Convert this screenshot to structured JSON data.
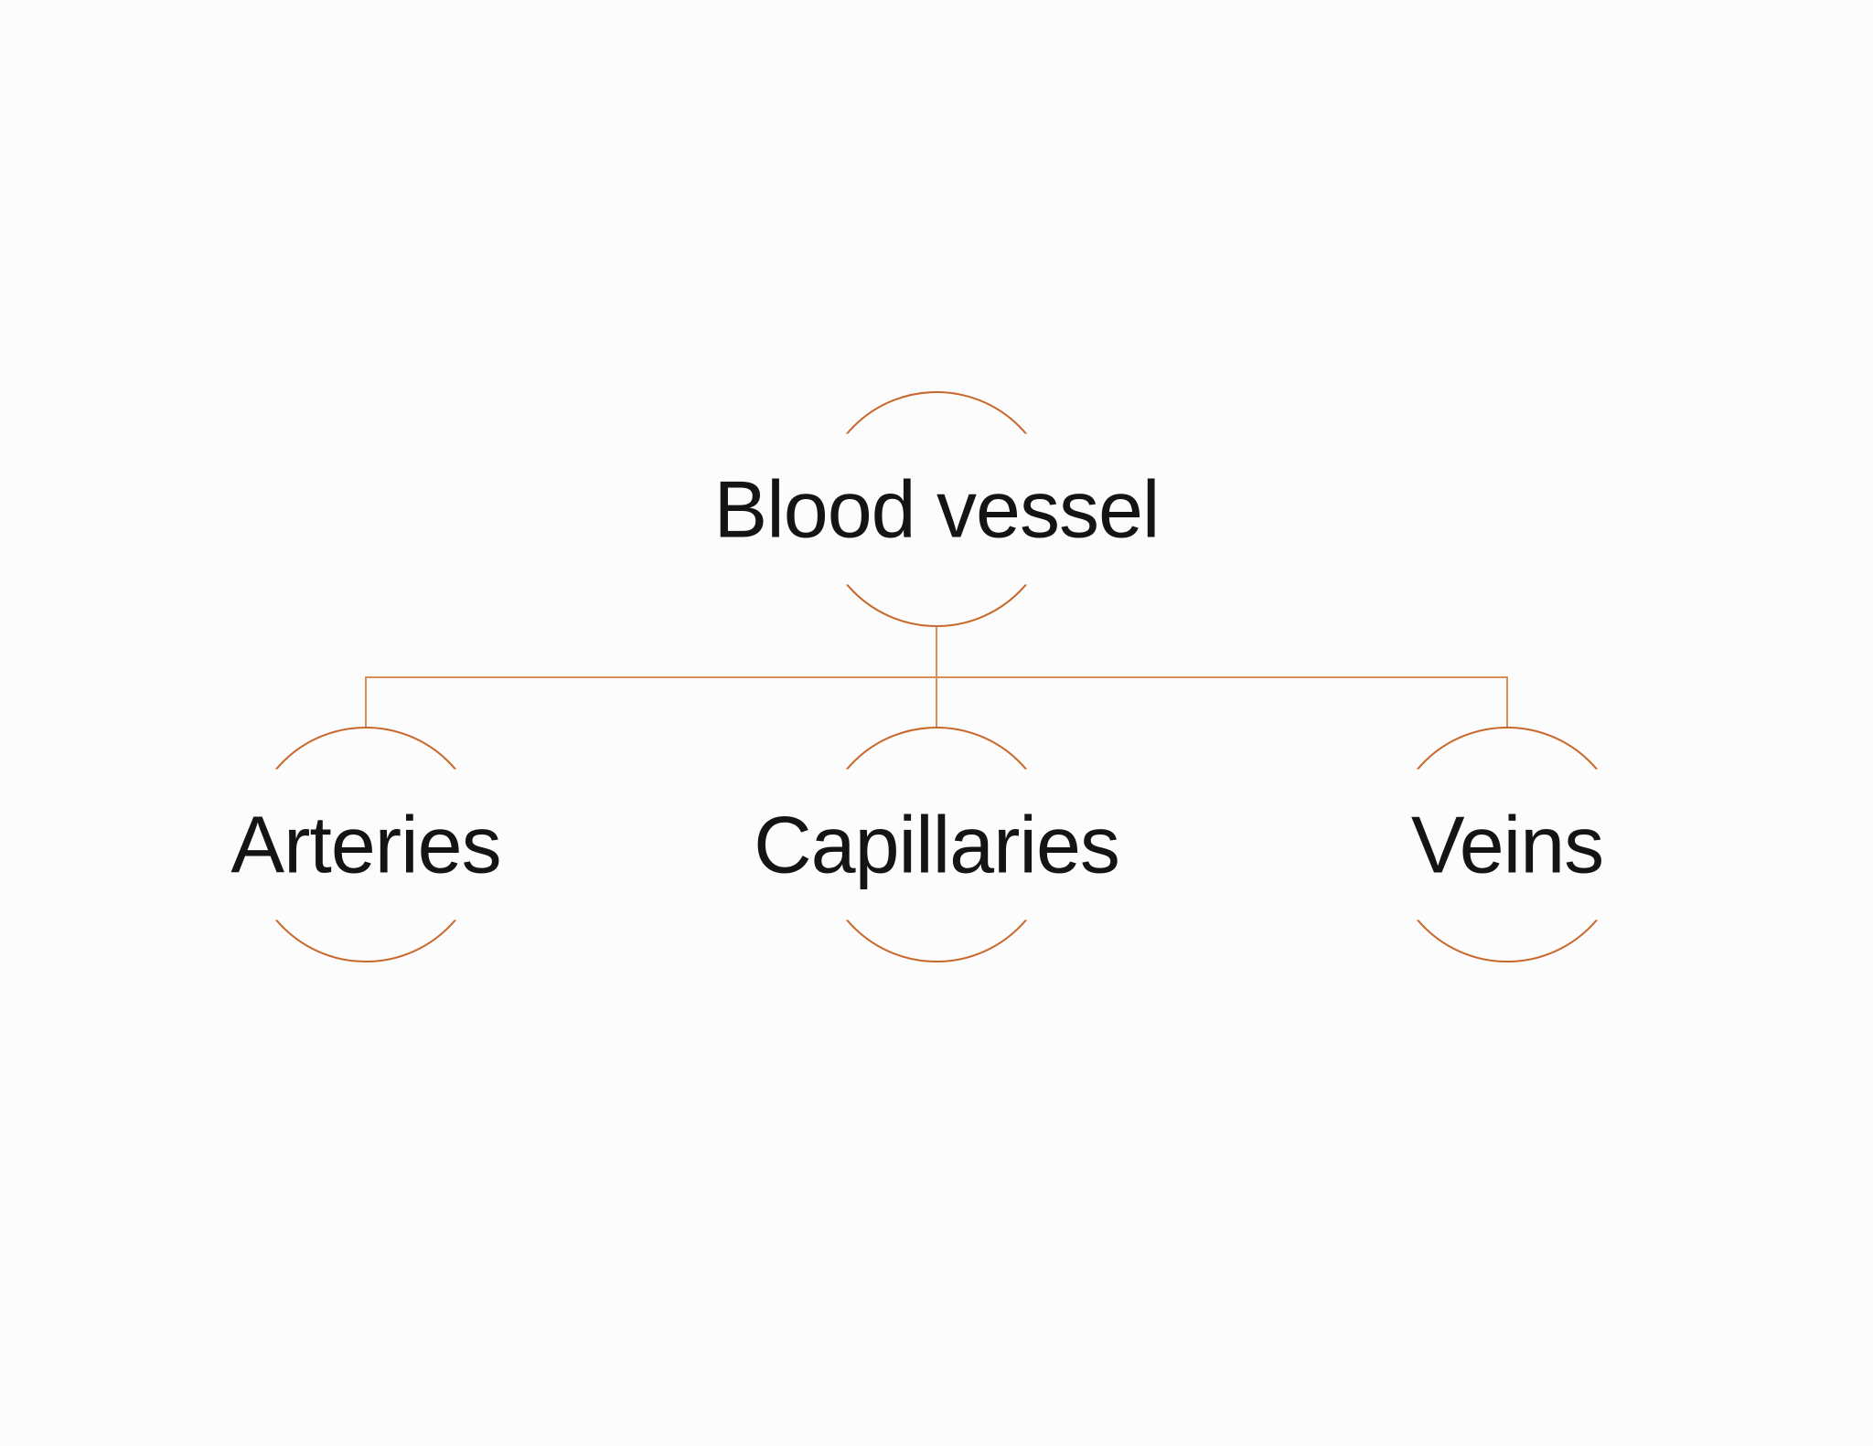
{
  "page": {
    "background": "#FCFCFC"
  },
  "diagram": {
    "type": "hierarchy",
    "accent_color": "#C8682A",
    "connector_color": "#D98F5C",
    "text_color": "#141414",
    "root": {
      "label": "Blood vessel"
    },
    "children": [
      {
        "label": "Arteries"
      },
      {
        "label": "Capillaries"
      },
      {
        "label": "Veins"
      }
    ]
  }
}
